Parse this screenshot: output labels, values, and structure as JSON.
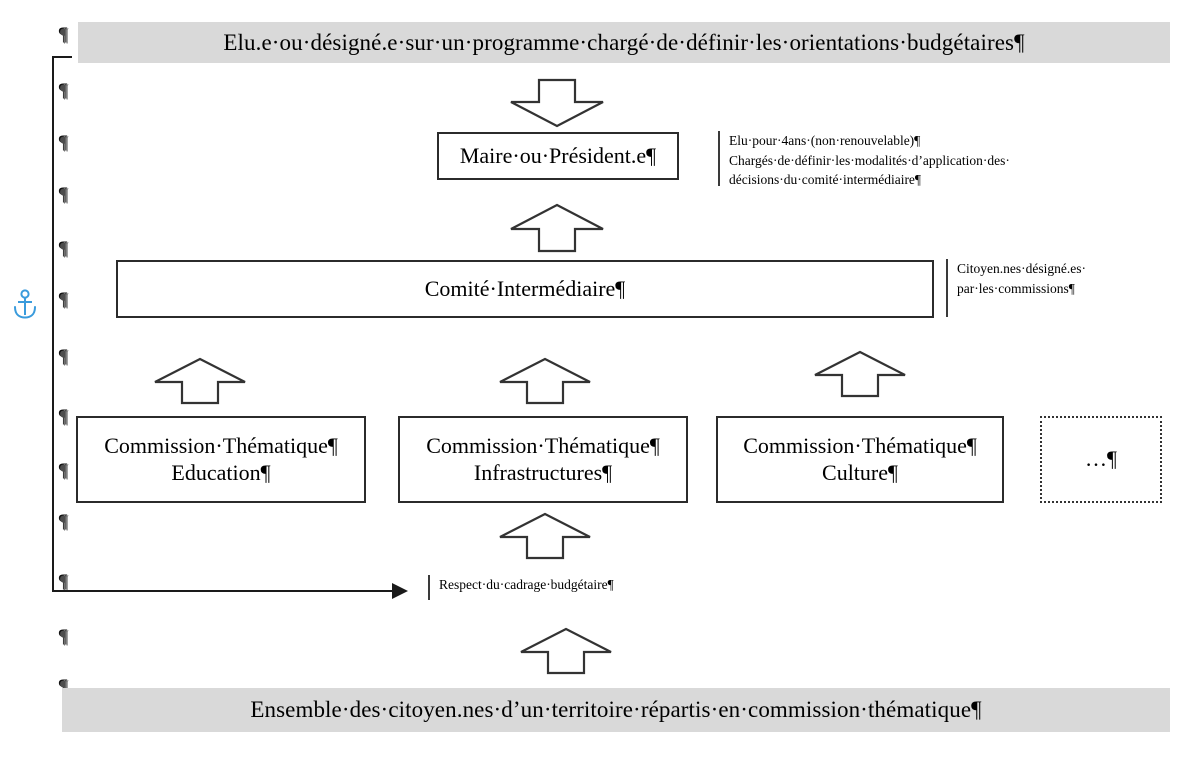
{
  "document": {
    "title": "Elu.e ou désigné.e sur un programme chargé de définir les orientations budgétaires"
  },
  "top_banner": {
    "text": "Elu.e·ou·désigné.e·sur·un·programme·chargé·de·définir·les·orientations·budgétaires¶"
  },
  "bottom_banner": {
    "text": "Ensemble·des·citoyen.nes·d’un·territoire·répartis·en·commission·thématique¶"
  },
  "nodes": {
    "mayor": {
      "label": "Maire·ou·Président.e¶"
    },
    "intermediate_committee": {
      "label": "Comité·Intermédiaire¶"
    },
    "commissions": [
      {
        "label": "Commission·Thématique¶\nEducation¶"
      },
      {
        "label": "Commission·Thématique¶\nInfrastructures¶"
      },
      {
        "label": "Commission·Thématique¶\nCulture¶"
      },
      {
        "label": "…¶"
      }
    ]
  },
  "annotations": {
    "mayor": {
      "text": "Elu·pour·4ans·(non·renouvelable)¶\nChargés·de·définir·les·modalités·d’application·des·\ndécisions·du·comité·intermédiaire¶"
    },
    "committee": {
      "text": "Citoyen.nes·désigné.es·\npar·les·commissions¶"
    },
    "budget": {
      "text": "Respect·du·cadrage·budgétaire¶"
    }
  },
  "marks": {
    "pilcrow": "¶"
  },
  "colors": {
    "banner_fill": "#d9d9d9",
    "box_stroke": "#2b2b2b",
    "anchor_blue": "#3a9bdc",
    "text": "#000000"
  }
}
